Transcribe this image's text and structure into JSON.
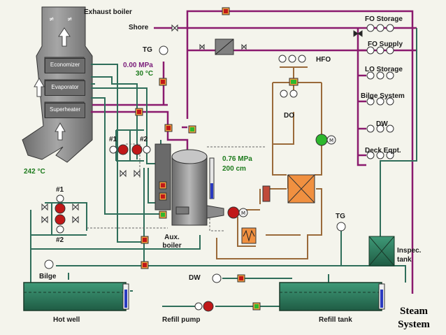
{
  "labels": {
    "exhaust_boiler": "Exhaust boiler",
    "shore": "Shore",
    "tg_top": "TG",
    "pressure_top": "0.00 MPa",
    "temp_top": "30 °C",
    "hfo": "HFO",
    "do": "DO",
    "fo_storage": "FO Storage",
    "fo_supply": "FO Supply",
    "lo_storage": "LO Storage",
    "bilge_system": "Bilge System",
    "dw_right": "DW",
    "deck_eqpt": "Deck Eqpt.",
    "pressure_boiler": "0.76 MPa",
    "level_boiler": "200 cm",
    "temp_exhaust": "242 °C",
    "pump1_top": "#1",
    "pump2_top": "#2",
    "pump1_left": "#1",
    "pump2_left": "#2",
    "aux_boiler": "Aux. boiler",
    "tg_right": "TG",
    "inspec_tank": "Inspec. tank",
    "bilge": "Bilge",
    "dw_bottom": "DW",
    "hot_well": "Hot well",
    "refill_pump": "Refill pump",
    "refill_tank": "Refill tank",
    "steam_system": "Steam System"
  },
  "boiler_sections": {
    "economizer": "Economizer",
    "evaporator": "Evaporator",
    "superheater": "Superheater"
  },
  "colors": {
    "steam_line": "#8a1a6e",
    "water_line": "#2f6e5a",
    "fuel_line": "#9a6a3a",
    "valve_open": "#2db82d",
    "valve_closed": "#c01818",
    "background": "#f4f4ec"
  }
}
